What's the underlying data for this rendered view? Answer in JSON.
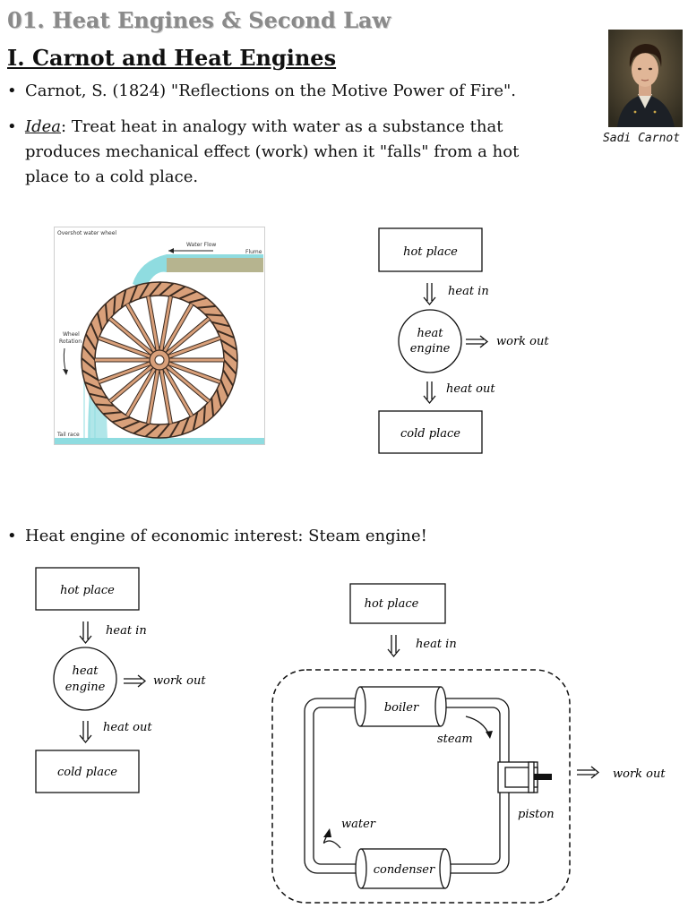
{
  "header": {
    "title": "01.  Heat Engines & Second Law",
    "section": "I.  Carnot and Heat Engines"
  },
  "bullets": {
    "carnot_ref": "Carnot, S. (1824) \"Reflections on the Motive Power of Fire\".",
    "idea_label": "Idea",
    "idea_line1": ":  Treat heat in analogy with water as a substance that",
    "idea_line2": "produces mechanical effect (work) when it \"falls\" from a hot",
    "idea_line3": "place to a cold place.",
    "steam": "Heat engine of economic interest:  Steam engine!"
  },
  "portrait": {
    "caption": "Sadi Carnot"
  },
  "waterwheel": {
    "title": "Overshot water wheel",
    "water_flow": "Water Flow",
    "flume": "Flume",
    "rotation_line1": "Wheel",
    "rotation_line2": "Rotation",
    "tail_race": "Tail race"
  },
  "diagram": {
    "hot_place": "hot place",
    "heat_in": "heat in",
    "heat_engine_line1": "heat",
    "heat_engine_line2": "engine",
    "work_out": "work out",
    "heat_out": "heat out",
    "cold_place": "cold place"
  },
  "steam_engine": {
    "hot_place": "hot place",
    "heat_in": "heat in",
    "boiler": "boiler",
    "steam": "steam",
    "piston": "piston",
    "water": "water",
    "condenser": "condenser",
    "work_out": "work out"
  },
  "colors": {
    "wheel_wood": "#d9a07a",
    "water": "#8fdce0",
    "flume": "#b6b48f",
    "title_gray": "#8a8a8a"
  }
}
